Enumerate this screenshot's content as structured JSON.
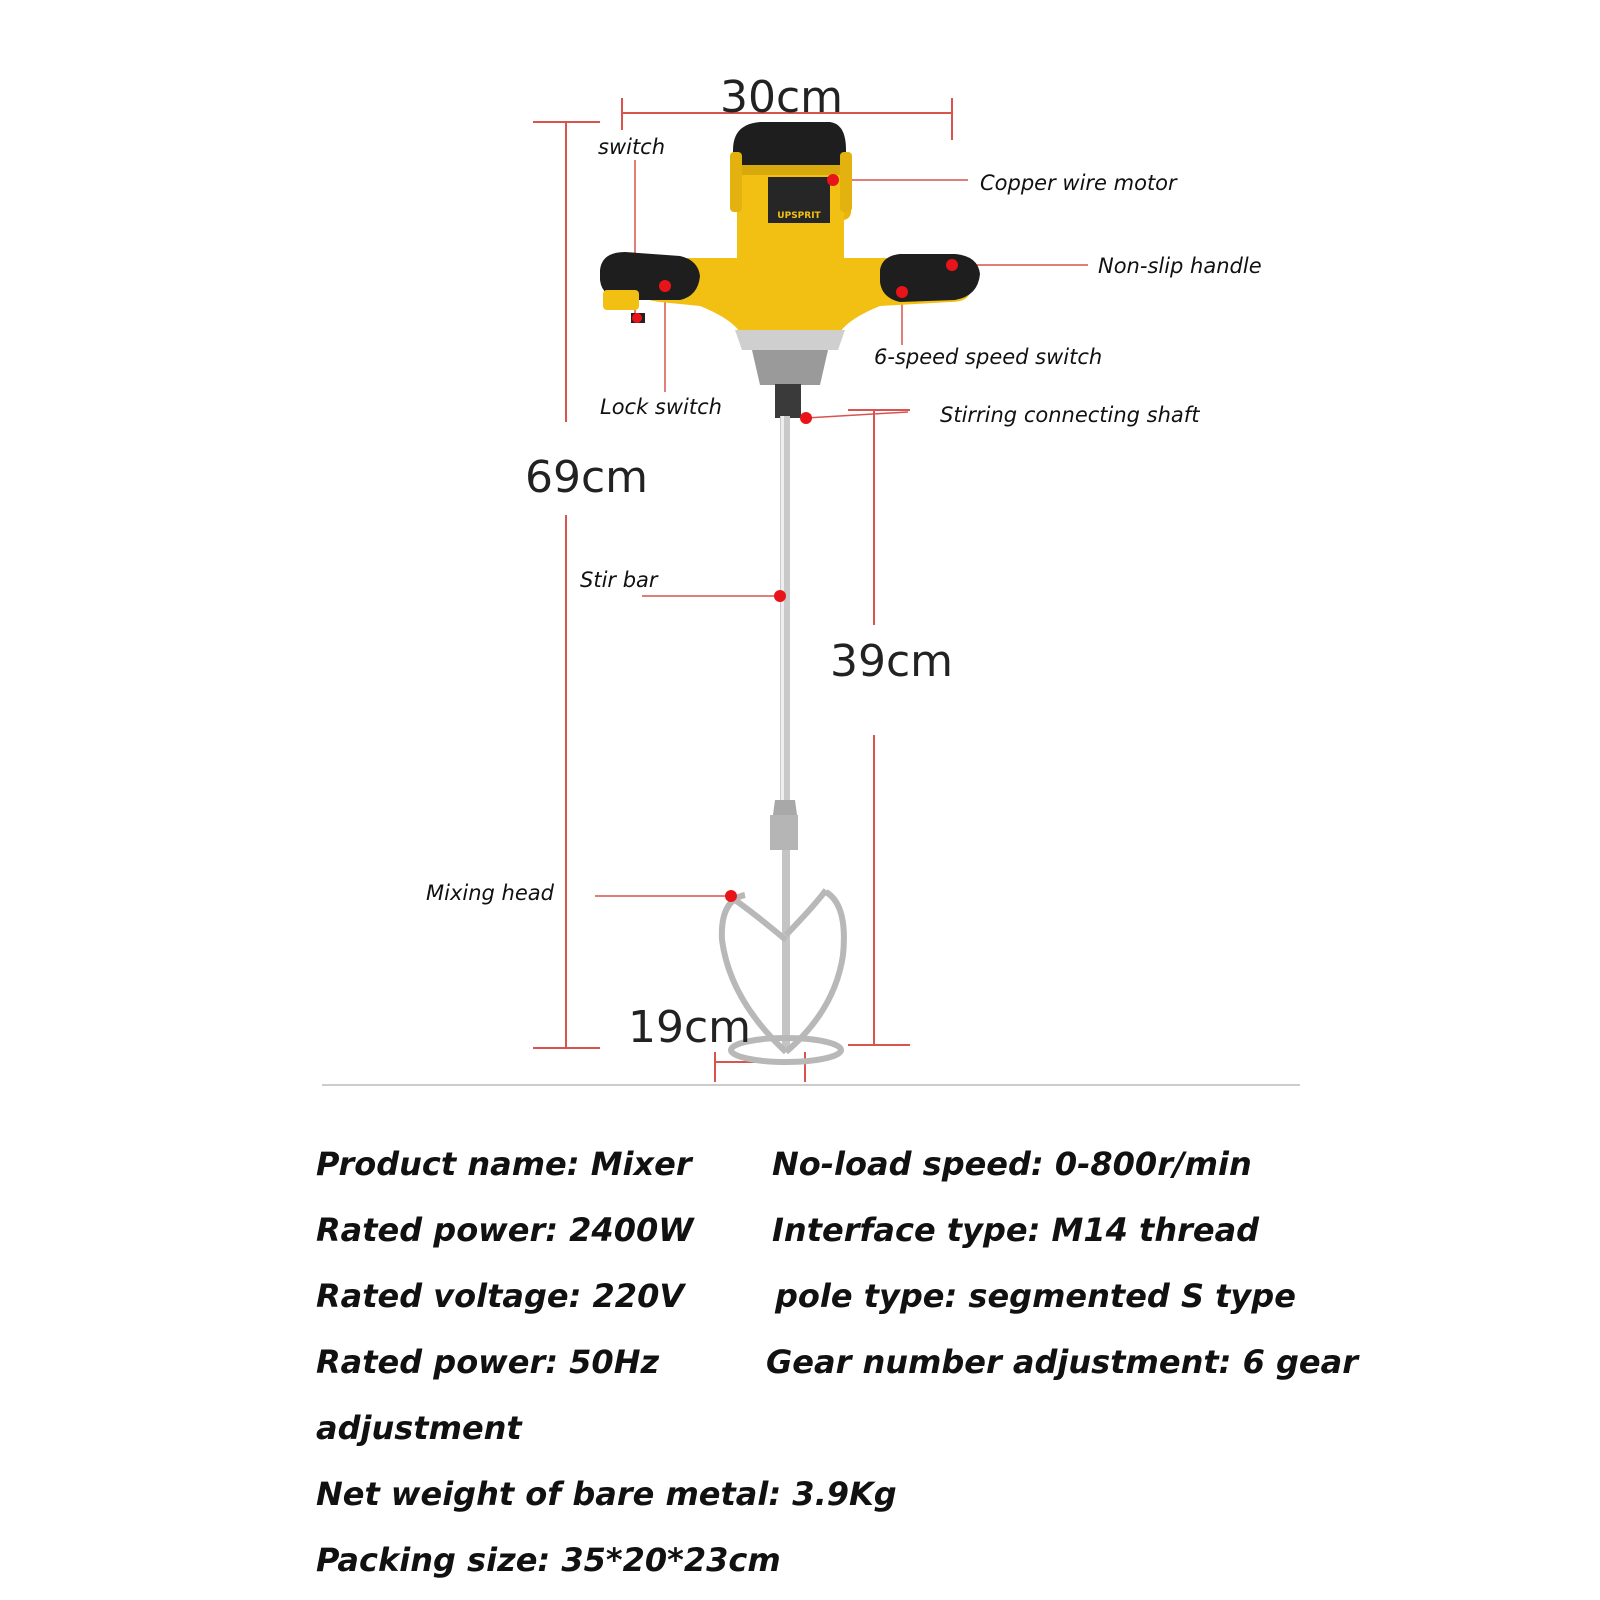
{
  "colors": {
    "dimension_line": "#d9534f",
    "callout_dot": "#e8141a",
    "body_yellow": "#f2c012",
    "grip_black": "#1e1e1e",
    "metal": "#c9c9c9"
  },
  "dimensions": {
    "width": "30cm",
    "height": "69cm",
    "shaft": "39cm",
    "head": "19cm"
  },
  "product_image": {
    "brand_label": "UPSPRIT"
  },
  "callouts": [
    {
      "label": "switch"
    },
    {
      "label": "Copper wire motor"
    },
    {
      "label": "Non-slip handle"
    },
    {
      "label": "6-speed speed switch"
    },
    {
      "label": "Lock switch"
    },
    {
      "label": "Stirring connecting shaft"
    },
    {
      "label": "Stir bar"
    },
    {
      "label": "Mixing head"
    }
  ],
  "specs": {
    "left": [
      "Product name: Mixer",
      "Rated power: 2400W",
      "Rated voltage: 220V",
      "Rated power: 50Hz"
    ],
    "right": [
      "No-load speed: 0-800r/min",
      "Interface type: M14 thread",
      "pole type: segmented S type",
      "Gear number adjustment: 6 gear"
    ],
    "wrap": "adjustment",
    "full": [
      "Net weight of bare metal: 3.9Kg",
      "Packing size: 35*20*23cm"
    ]
  }
}
